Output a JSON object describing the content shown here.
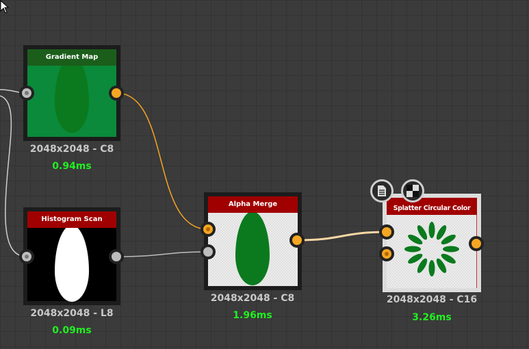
{
  "nodes": [
    {
      "title": "Gradient Map",
      "resolution": "2048x2048 - C8",
      "time": "0.94ms"
    },
    {
      "title": "Histogram Scan",
      "resolution": "2048x2048 - L8",
      "time": "0.09ms"
    },
    {
      "title": "Alpha Merge",
      "resolution": "2048x2048 - C8",
      "time": "1.96ms"
    },
    {
      "title": "Splatter Circular Color",
      "resolution": "2048x2048 - C16",
      "time": "3.26ms"
    }
  ],
  "colors": {
    "color_pin": "#f5a623",
    "gray_pin": "#bdbdbd",
    "title_red": "#a00000",
    "title_green": "#1b5e1b",
    "time_green": "#22ee22"
  },
  "icons": [
    "cursor-icon",
    "document-icon",
    "checker-icon"
  ]
}
